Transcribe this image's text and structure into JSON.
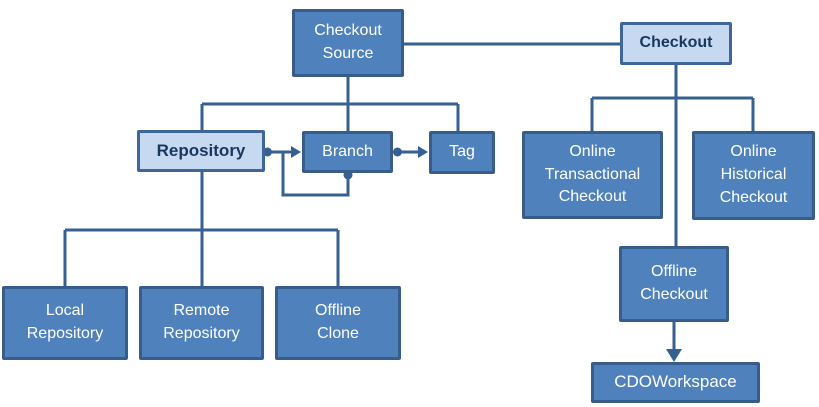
{
  "diagram": {
    "colors": {
      "node_fill": "#4f81bd",
      "node_border": "#385d8a",
      "light_node_fill": "#c6d9f1",
      "light_node_border": "#3f6699",
      "light_node_text": "#17375e",
      "node_text": "#ffffff",
      "connector": "#376092",
      "background": "#ffffff"
    },
    "nodes": [
      {
        "id": "checkout-source",
        "label": "Checkout\nSource",
        "variant": "dark"
      },
      {
        "id": "checkout",
        "label": "Checkout",
        "variant": "light"
      },
      {
        "id": "repository",
        "label": "Repository",
        "variant": "light"
      },
      {
        "id": "branch",
        "label": "Branch",
        "variant": "dark"
      },
      {
        "id": "tag",
        "label": "Tag",
        "variant": "dark"
      },
      {
        "id": "online-transactional-checkout",
        "label": "Online\nTransactional\nCheckout",
        "variant": "dark"
      },
      {
        "id": "online-historical-checkout",
        "label": "Online\nHistorical\nCheckout",
        "variant": "dark"
      },
      {
        "id": "offline-checkout",
        "label": "Offline\nCheckout",
        "variant": "dark"
      },
      {
        "id": "cdoworkspace",
        "label": "CDOWorkspace",
        "variant": "dark"
      },
      {
        "id": "local-repository",
        "label": "Local\nRepository",
        "variant": "dark"
      },
      {
        "id": "remote-repository",
        "label": "Remote\nRepository",
        "variant": "dark"
      },
      {
        "id": "offline-clone",
        "label": "Offline\nClone",
        "variant": "dark"
      }
    ],
    "relationships": [
      {
        "from": "checkout-source",
        "to": "checkout",
        "type": "association"
      },
      {
        "from": "checkout-source",
        "to": "repository",
        "type": "tree-child"
      },
      {
        "from": "checkout-source",
        "to": "branch",
        "type": "tree-child"
      },
      {
        "from": "checkout-source",
        "to": "tag",
        "type": "tree-child"
      },
      {
        "from": "repository",
        "to": "branch",
        "type": "composition-arrow"
      },
      {
        "from": "branch",
        "to": "branch",
        "type": "composition-arrow-self"
      },
      {
        "from": "branch",
        "to": "tag",
        "type": "composition-arrow"
      },
      {
        "from": "repository",
        "to": "local-repository",
        "type": "tree-child"
      },
      {
        "from": "repository",
        "to": "remote-repository",
        "type": "tree-child"
      },
      {
        "from": "repository",
        "to": "offline-clone",
        "type": "tree-child"
      },
      {
        "from": "checkout",
        "to": "online-transactional-checkout",
        "type": "tree-child"
      },
      {
        "from": "checkout",
        "to": "online-historical-checkout",
        "type": "tree-child"
      },
      {
        "from": "checkout",
        "to": "offline-checkout",
        "type": "tree-child"
      },
      {
        "from": "offline-checkout",
        "to": "cdoworkspace",
        "type": "arrow"
      }
    ]
  }
}
